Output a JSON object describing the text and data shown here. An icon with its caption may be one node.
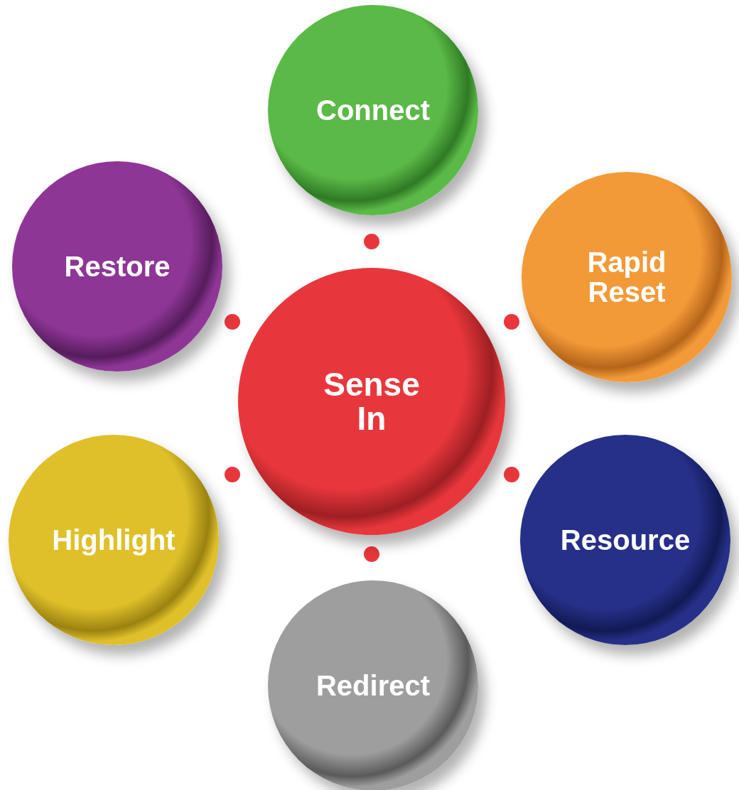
{
  "diagram": {
    "nodes": [
      {
        "text": [
          "Sense In"
        ]
      },
      {
        "text": [
          "Connect"
        ]
      },
      {
        "text": [
          "Rapid Reset"
        ]
      },
      {
        "text": [
          "Resource"
        ]
      },
      {
        "text": [
          "Redirect"
        ]
      },
      {
        "text": [
          "Highlight"
        ]
      },
      {
        "text": [
          "Restore"
        ]
      }
    ]
  }
}
